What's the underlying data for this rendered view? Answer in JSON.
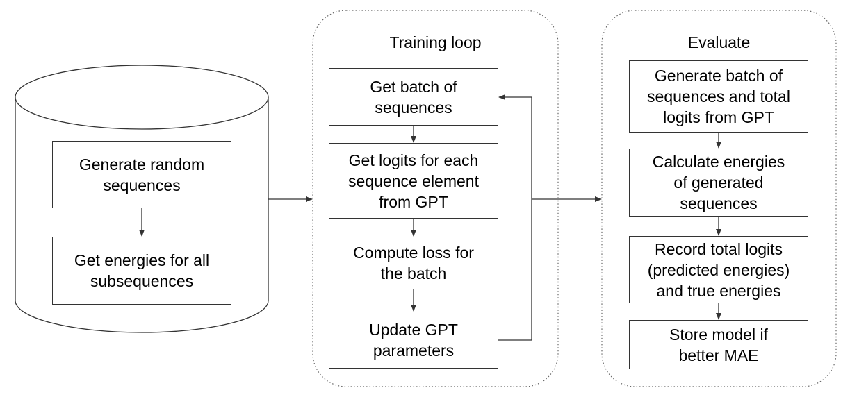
{
  "colors": {
    "stroke": "#333333",
    "panel_border": "#666666",
    "background": "#ffffff",
    "text": "#000000"
  },
  "data_store": {
    "steps": [
      "Generate random\nsequences",
      "Get energies for all\nsubsequences"
    ]
  },
  "training_loop": {
    "title": "Training loop",
    "steps": [
      "Get batch of\nsequences",
      "Get logits for each\nsequence element\nfrom GPT",
      "Compute loss for\nthe batch",
      "Update GPT\nparameters"
    ]
  },
  "evaluate": {
    "title": "Evaluate",
    "steps": [
      "Generate batch of\nsequences and total\nlogits from GPT",
      "Calculate energies\nof generated\nsequences",
      "Record total logits\n(predicted energies)\nand true energies",
      "Store model if\nbetter MAE"
    ]
  }
}
